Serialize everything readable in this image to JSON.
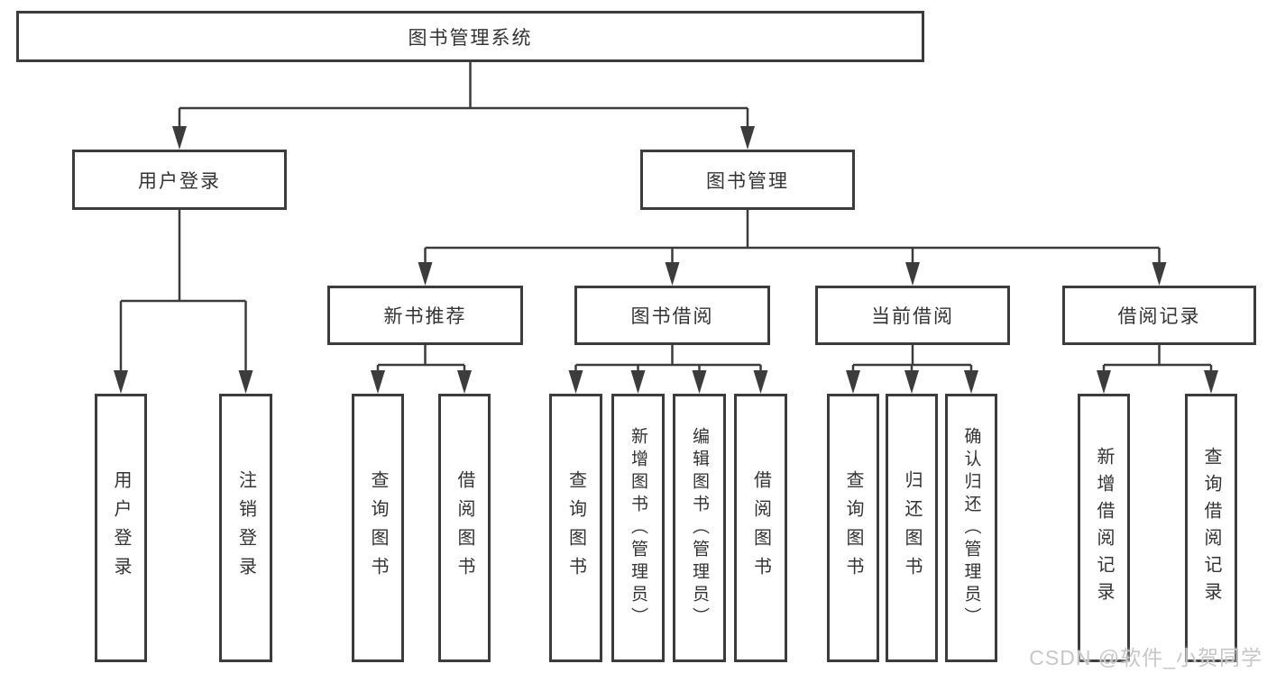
{
  "diagram_title": "图书管理系统",
  "tree": {
    "root": {
      "label": "图书管理系统"
    },
    "level2": [
      {
        "label": "用户登录",
        "children": [
          {
            "label": "用户登录"
          },
          {
            "label": "注销登录"
          }
        ]
      },
      {
        "label": "图书管理",
        "children": [
          {
            "label": "新书推荐",
            "children": [
              {
                "label": "查询图书"
              },
              {
                "label": "借阅图书"
              }
            ]
          },
          {
            "label": "图书借阅",
            "children": [
              {
                "label": "查询图书"
              },
              {
                "label": "新增图书（管理员）"
              },
              {
                "label": "编辑图书（管理员）"
              },
              {
                "label": "借阅图书"
              }
            ]
          },
          {
            "label": "当前借阅",
            "children": [
              {
                "label": "查询图书"
              },
              {
                "label": "归还图书"
              },
              {
                "label": "确认归还（管理员）"
              }
            ]
          },
          {
            "label": "借阅记录",
            "children": [
              {
                "label": "新增借阅记录"
              },
              {
                "label": "查询借阅记录"
              }
            ]
          }
        ]
      }
    ]
  },
  "watermark": {
    "text": "CSDN @软件_小贺同学"
  },
  "colors": {
    "line": "#3c3c3c",
    "text": "#333333",
    "box_background": "#ffffff",
    "page_background": "#ffffff",
    "watermark": "#c7c7c7"
  }
}
